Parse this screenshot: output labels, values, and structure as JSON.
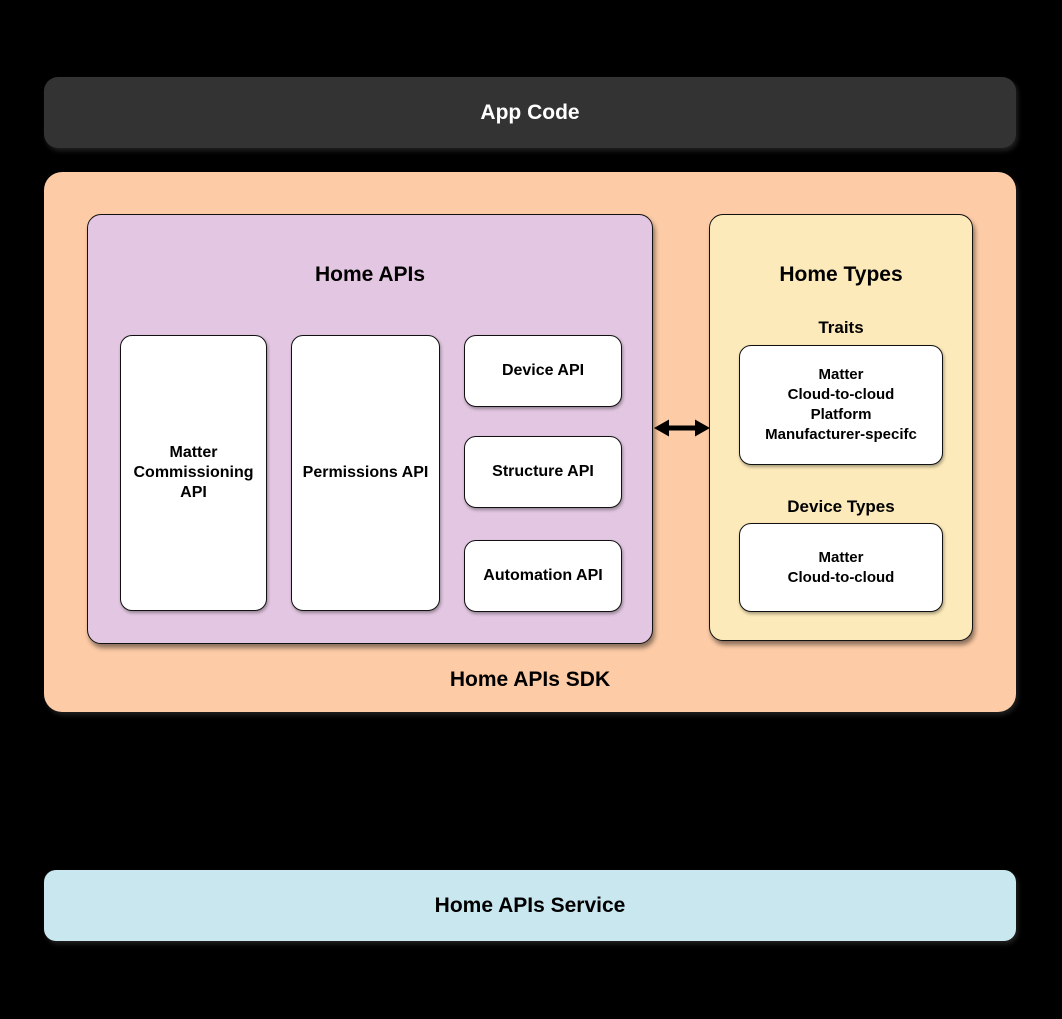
{
  "app_code": {
    "label": "App Code"
  },
  "sdk": {
    "label": "Home APIs SDK",
    "home_apis": {
      "title": "Home APIs",
      "matter_commissioning_card": "Matter\nCommissioning\nAPI",
      "permissions_card": "Permissions API",
      "device_card": "Device API",
      "structure_card": "Structure API",
      "automation_card": "Automation API"
    },
    "arrow": {
      "icon": "bidirectional-arrow",
      "glyph": "↔"
    },
    "home_types": {
      "title": "Home Types",
      "traits_heading": "Traits",
      "traits_card": "Matter\nCloud-to-cloud\nPlatform\nManufacturer-specifc",
      "device_types_heading": "Device Types",
      "device_types_card": "Matter\nCloud-to-cloud"
    }
  },
  "service": {
    "label": "Home APIs Service"
  },
  "colors": {
    "background": "#000000",
    "app_code_bg": "#333333",
    "sdk_bg": "#fdcba6",
    "home_apis_bg": "#e3c7e2",
    "home_types_bg": "#fdeaba",
    "service_bg": "#c9e7ef",
    "card_bg": "#ffffff",
    "outline": "#111111",
    "text_dark": "#000000",
    "text_light": "#ffffff"
  }
}
